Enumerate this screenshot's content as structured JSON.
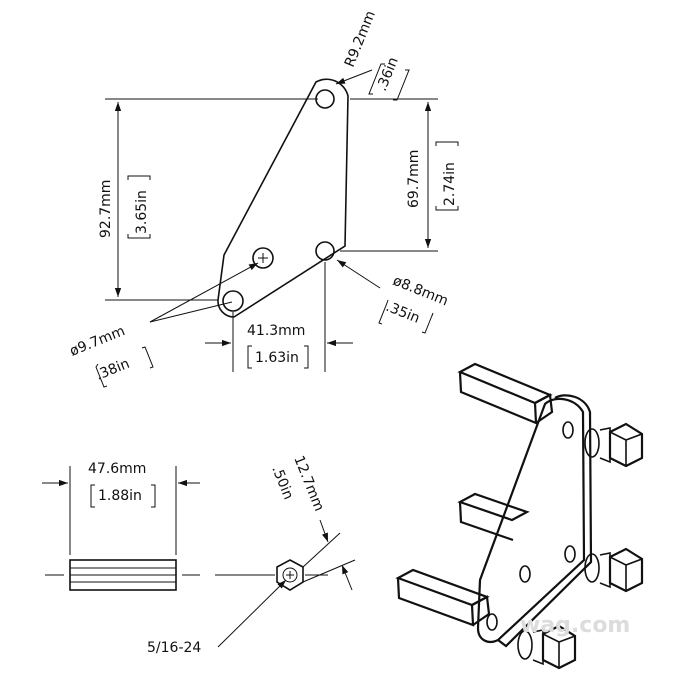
{
  "plate": {
    "radius": {
      "mm": "R9.2mm",
      "in": ".36in"
    },
    "total_height": {
      "mm": "92.7mm",
      "in": "3.65in"
    },
    "hole_spacing_vertical": {
      "mm": "69.7mm",
      "in": "2.74in"
    },
    "hole_spacing_horizontal": {
      "mm": "41.3mm",
      "in": "1.63in"
    },
    "hole_large": {
      "mm": "ø9.7mm",
      "in": ".38in"
    },
    "hole_small": {
      "mm": "ø8.8mm",
      "in": ".35in"
    }
  },
  "spacer": {
    "length": {
      "mm": "47.6mm",
      "in": "1.88in"
    },
    "hex_size": {
      "mm": "12.7mm",
      "in": ".50in"
    },
    "thread": "5/16-24"
  },
  "watermark": "wag.com"
}
